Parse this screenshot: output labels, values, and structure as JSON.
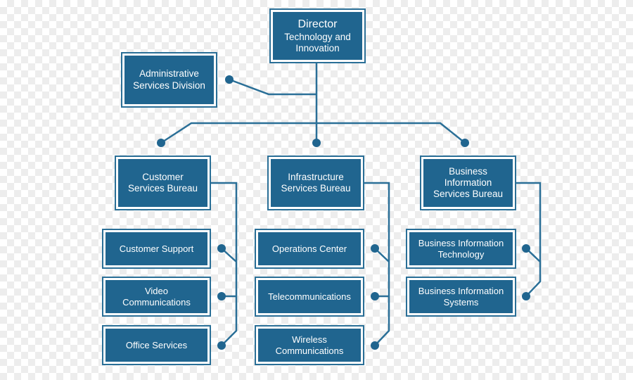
{
  "colors": {
    "box_fill": "#20658f",
    "box_border": "#2a6f97",
    "connector": "#2a6f97",
    "text": "#ffffff"
  },
  "director": {
    "title": "Director",
    "subtitle_line1": "Technology and",
    "subtitle_line2": "Innovation"
  },
  "admin": {
    "line1": "Administrative",
    "line2": "Services Division"
  },
  "bureaus": [
    {
      "lines": [
        "Customer",
        "Services Bureau"
      ],
      "units": [
        {
          "lines": [
            "Customer Support"
          ]
        },
        {
          "lines": [
            "Video",
            "Communications"
          ]
        },
        {
          "lines": [
            "Office Services"
          ]
        }
      ]
    },
    {
      "lines": [
        "Infrastructure",
        "Services Bureau"
      ],
      "units": [
        {
          "lines": [
            "Operations Center"
          ]
        },
        {
          "lines": [
            "Telecommunications"
          ]
        },
        {
          "lines": [
            "Wireless",
            "Communications"
          ]
        }
      ]
    },
    {
      "lines": [
        "Business",
        "Information",
        "Services Bureau"
      ],
      "units": [
        {
          "lines": [
            "Business Information",
            "Technology"
          ]
        },
        {
          "lines": [
            "Business Information",
            "Systems"
          ]
        }
      ]
    }
  ]
}
